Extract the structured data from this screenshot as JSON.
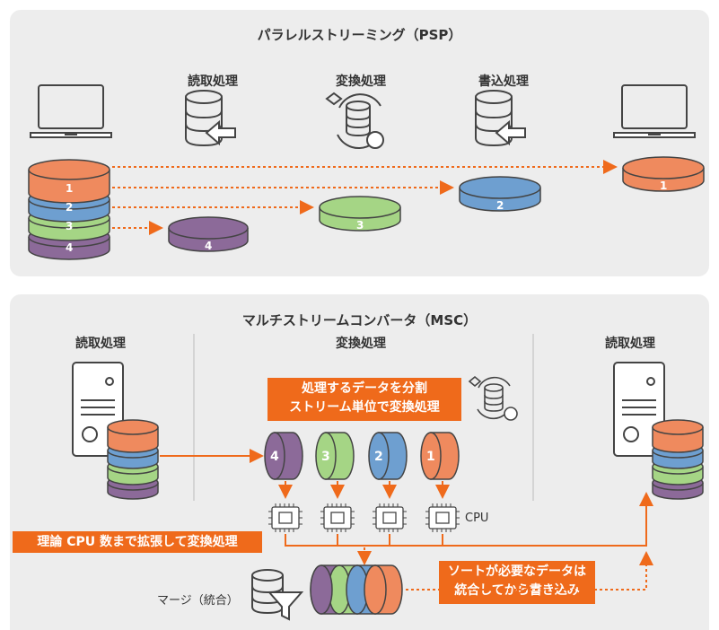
{
  "colors": {
    "orange": "#ef8a5e",
    "blue": "#6e9fd0",
    "green": "#a5d585",
    "purple": "#8c6a99",
    "accent": "#ef6a1b",
    "panel": "#ededed",
    "line": "#555555"
  },
  "psp": {
    "title": "パラレルストリーミング（PSP）",
    "read_label": "読取処理",
    "convert_label": "変換処理",
    "write_label": "書込処理",
    "stack_numbers": [
      "1",
      "2",
      "3",
      "4"
    ],
    "out_numbers": [
      "1",
      "2",
      "3",
      "4"
    ]
  },
  "msc": {
    "title": "マルチストリームコンバータ（MSC）",
    "left_label": "読取処理",
    "center_label": "変換処理",
    "right_label": "読取処理",
    "split_box": [
      "処理するデータを分割",
      "ストリーム単位で変換処理"
    ],
    "stream_numbers": [
      "4",
      "3",
      "2",
      "1"
    ],
    "cpu_label": "CPU",
    "expand_box": "理論 CPU 数まで拡張して変換処理",
    "merge_label": "マージ（統合）",
    "sort_box": [
      "ソートが必要なデータは",
      "統合してから書き込み"
    ]
  }
}
